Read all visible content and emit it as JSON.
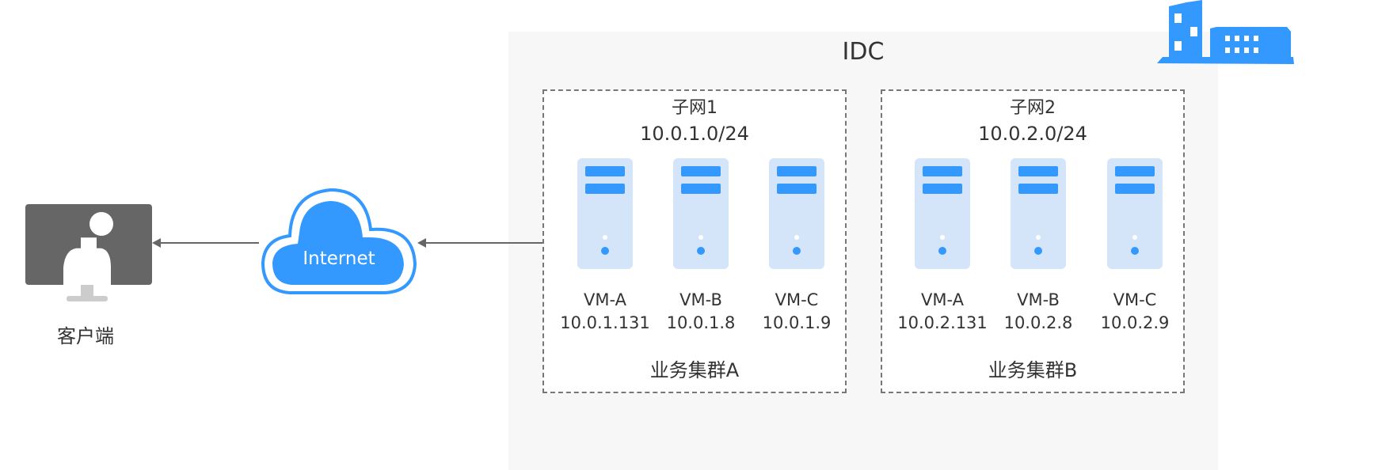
{
  "client": {
    "label": "客户端"
  },
  "internet": {
    "label": "Internet"
  },
  "idc": {
    "title": "IDC"
  },
  "subnets": [
    {
      "name": "子网1",
      "cidr": "10.0.1.0/24",
      "cluster": "业务集群A",
      "vms": [
        {
          "name": "VM-A",
          "ip": "10.0.1.131"
        },
        {
          "name": "VM-B",
          "ip": "10.0.1.8"
        },
        {
          "name": "VM-C",
          "ip": "10.0.1.9"
        }
      ]
    },
    {
      "name": "子网2",
      "cidr": "10.0.2.0/24",
      "cluster": "业务集群B",
      "vms": [
        {
          "name": "VM-A",
          "ip": "10.0.2.131"
        },
        {
          "name": "VM-B",
          "ip": "10.0.2.8"
        },
        {
          "name": "VM-C",
          "ip": "10.0.2.9"
        }
      ]
    }
  ],
  "colors": {
    "accent": "#3399ff",
    "server_bg": "#d4e5f9",
    "monitor": "#666666",
    "idc_bg": "#f7f7f7"
  }
}
